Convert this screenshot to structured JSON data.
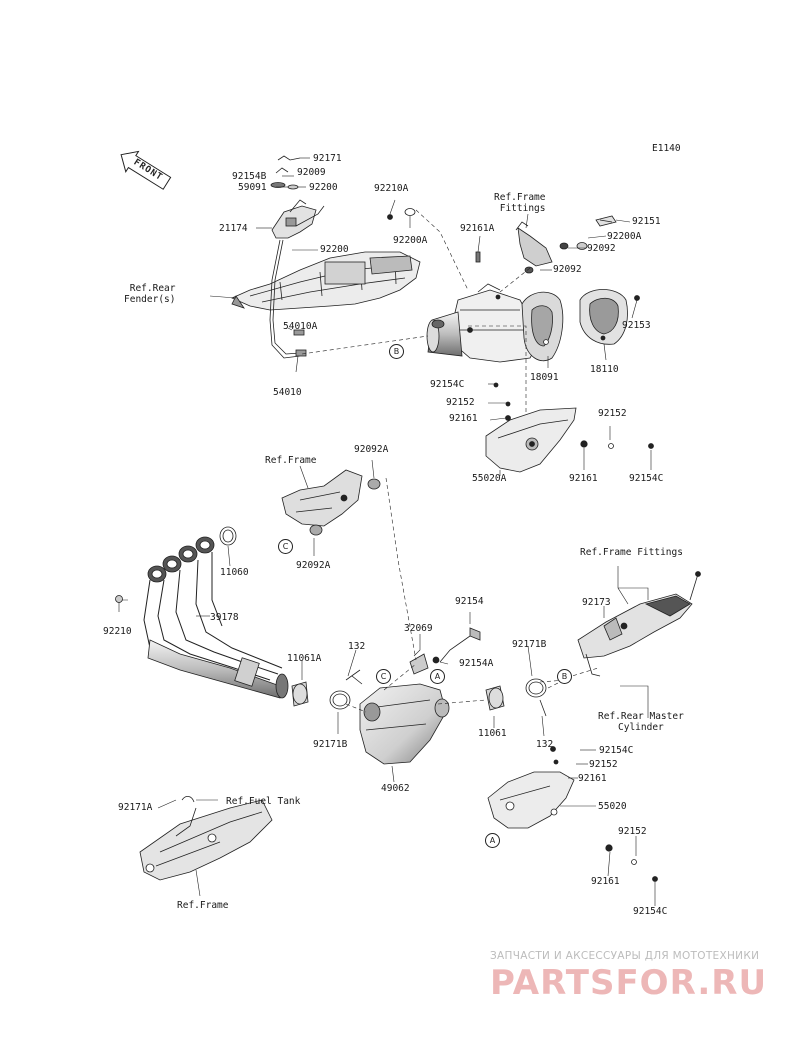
{
  "diagram": {
    "code": "E1140",
    "front_arrow_text": "FRONT",
    "labels": {
      "p92171": "92171",
      "p92154B": "92154B",
      "p92009": "92009",
      "p59091": "59091",
      "p92200_top": "92200",
      "p21174": "21174",
      "p92200_mid": "92200",
      "ref_rear_fender": "Ref.Rear\nFender(s)",
      "p54010A": "54010A",
      "p54010": "54010",
      "p92210A": "92210A",
      "p92200A_left": "92200A",
      "ref_frame_fittings_top": "Ref.Frame\nFittings",
      "p92151": "92151",
      "p92200A_right": "92200A",
      "p92092_a": "92092",
      "p92161A": "92161A",
      "p92092_b": "92092",
      "p92153": "92153",
      "p18091": "18091",
      "p18110": "18110",
      "p92154C_a": "92154C",
      "p92152_a": "92152",
      "p92161_a": "92161",
      "p92152_b": "92152",
      "p55020A": "55020A",
      "p92161_b": "92161",
      "p92154C_b": "92154C",
      "ref_frame_mid": "Ref.Frame",
      "p92092A_top": "92092A",
      "p92092A_bottom": "92092A",
      "p11060": "11060",
      "p92210": "92210",
      "p39178": "39178",
      "ref_frame_fittings_right": "Ref.Frame Fittings",
      "p92173": "92173",
      "p92154": "92154",
      "p32069": "32069",
      "p92154A": "92154A",
      "p11061A": "11061A",
      "p132_a": "132",
      "p92171B_a": "92171B",
      "p92171B_b": "92171B",
      "p11061": "11061",
      "p132_b": "132",
      "p49062": "49062",
      "ref_rear_master": "Ref.Rear Master\nCylinder",
      "p92154C_c": "92154C",
      "p92152_c": "92152",
      "p92161_c": "92161",
      "p55020": "55020",
      "p92152_d": "92152",
      "p92161_d": "92161",
      "p92154C_d": "92154C",
      "p92171A": "92171A",
      "ref_fuel_tank": "Ref.Fuel Tank",
      "ref_frame_bottom": "Ref.Frame"
    },
    "callouts": {
      "B1": "B",
      "C1": "C",
      "A1": "A",
      "C2": "C",
      "B2": "B",
      "A2": "A"
    }
  },
  "watermark": {
    "line1": "ЗАПЧАСТИ И АКСЕССУАРЫ ДЛЯ МОТОТЕХНИКИ",
    "line2": "PARTSFOR.RU",
    "color": "#e8a0a0"
  },
  "colors": {
    "line": "#222222",
    "part_fill": "#e6e6e6",
    "part_dark": "#8a8a8a"
  }
}
